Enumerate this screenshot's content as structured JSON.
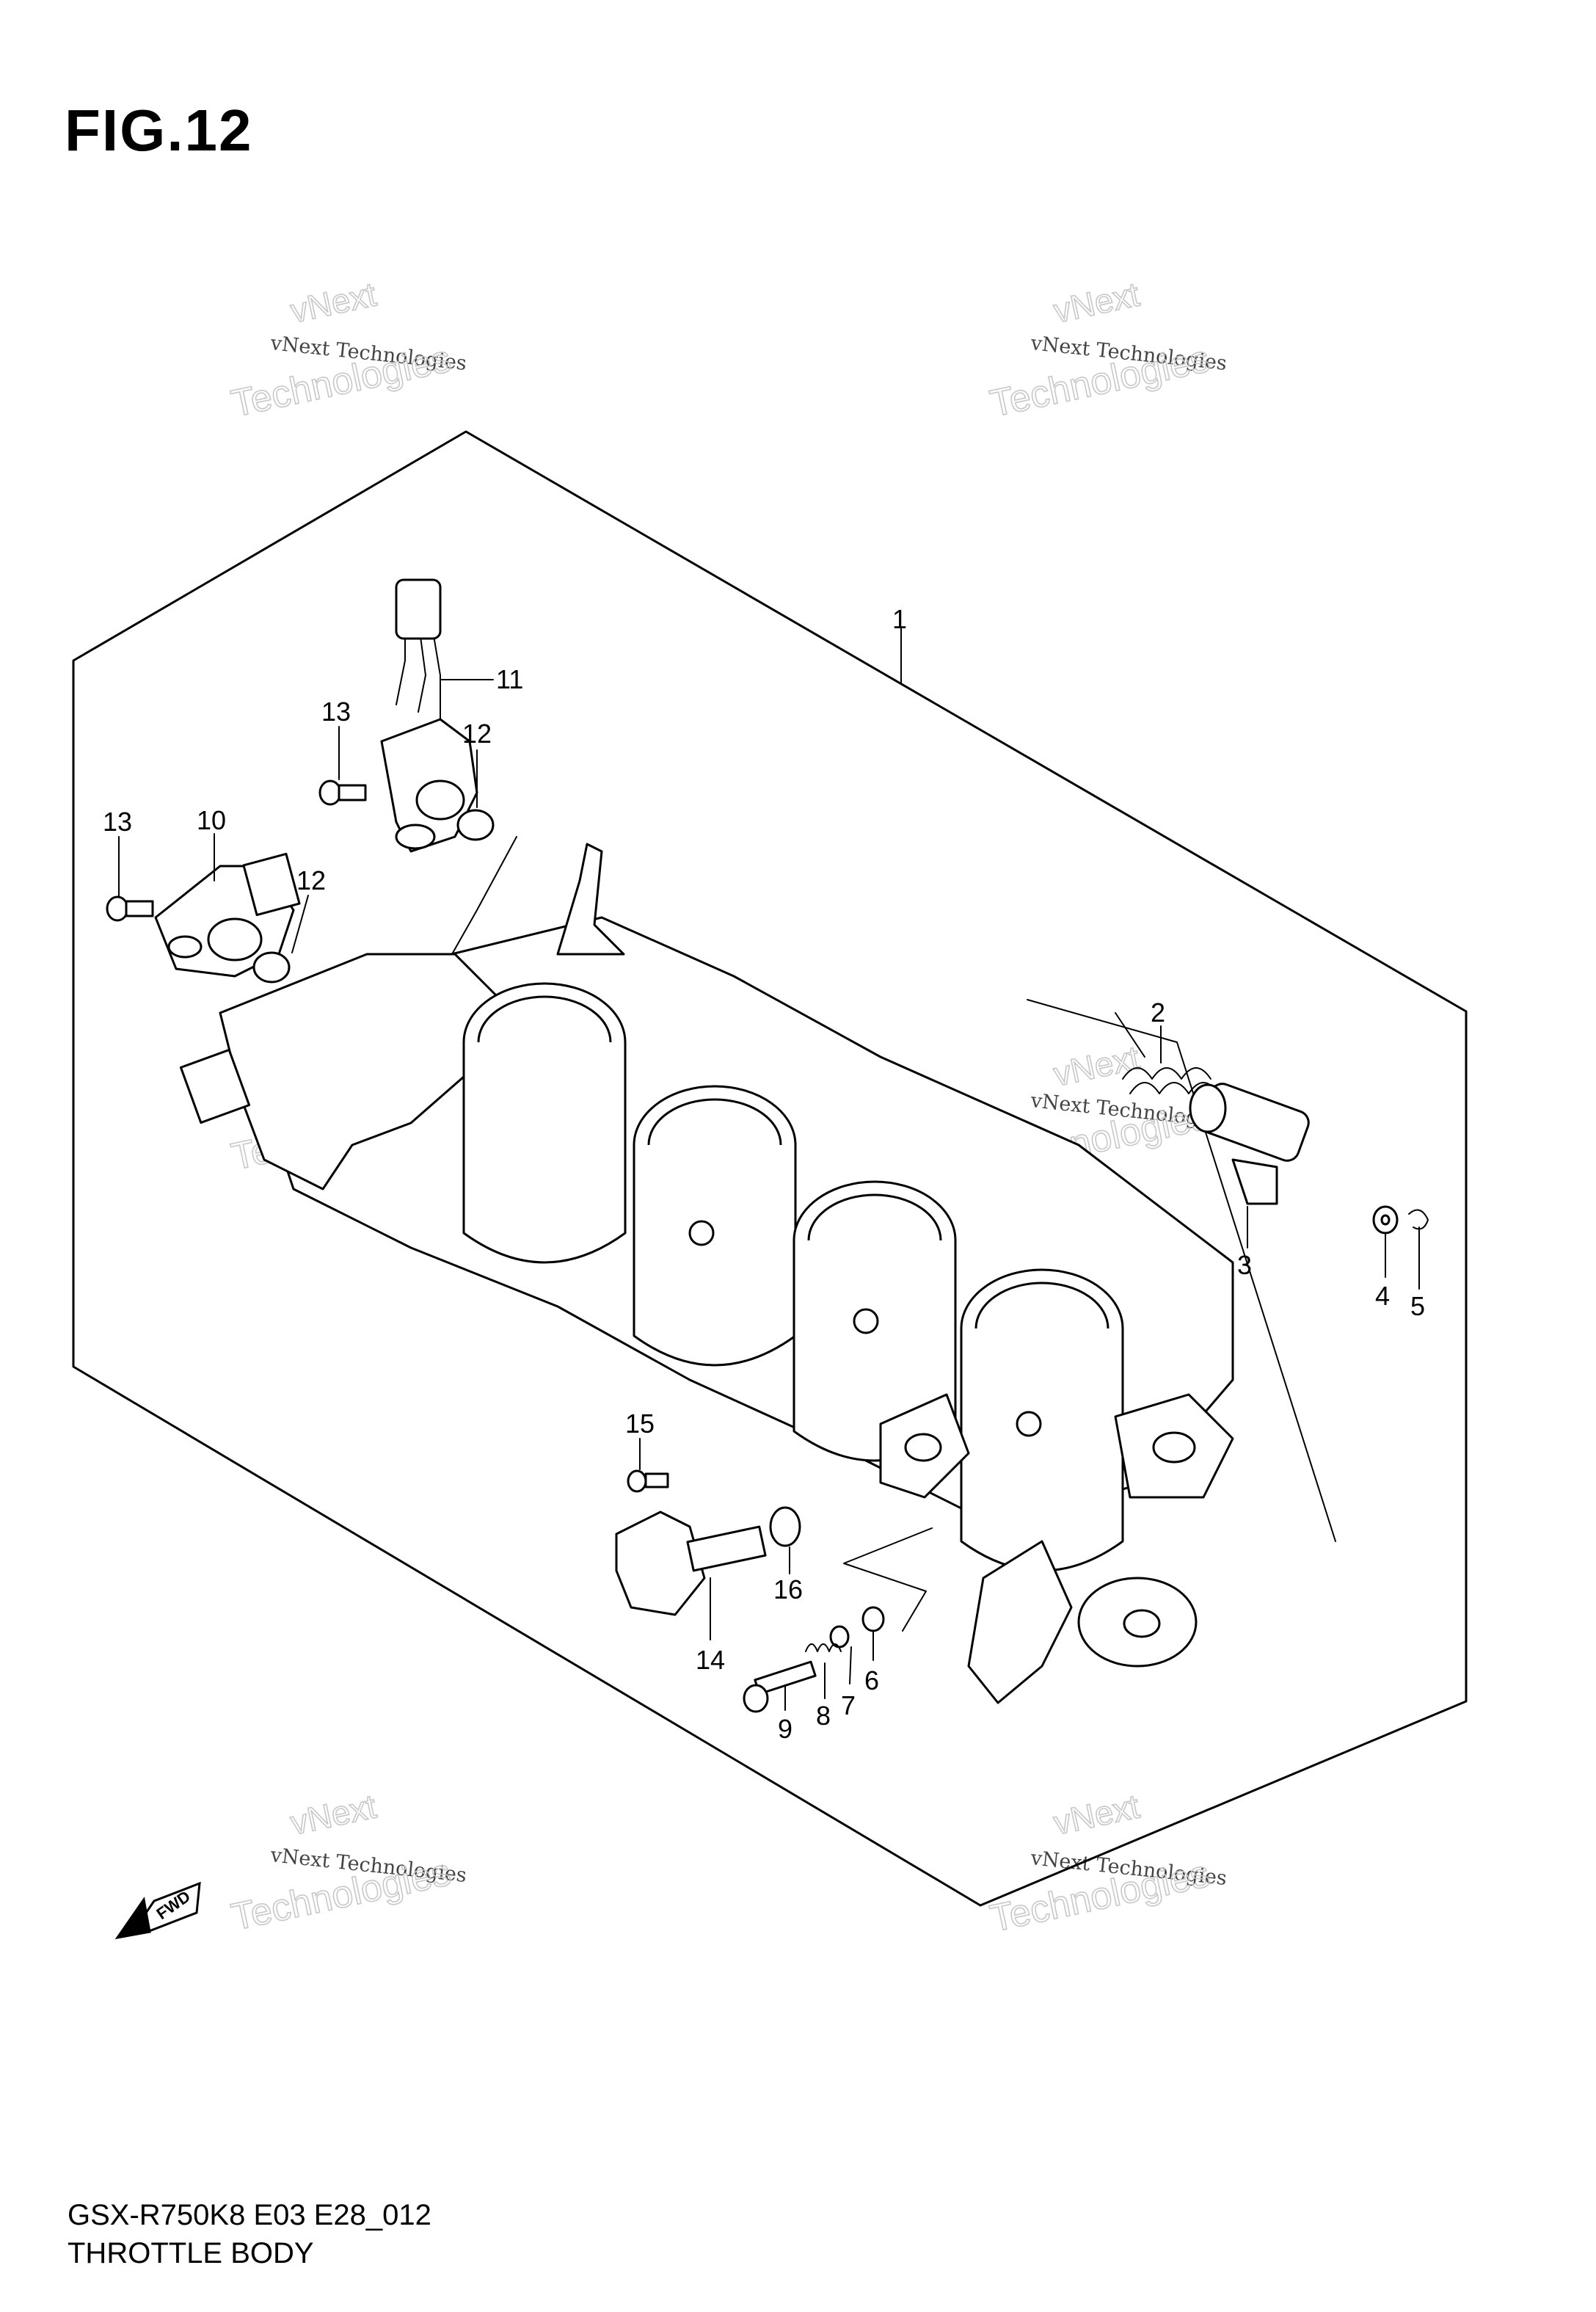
{
  "figure": {
    "title": "FIG.12",
    "code": "GSX-R750K8 E03 E28_012",
    "name": "THROTTLE BODY",
    "fwd_label": "FWD"
  },
  "watermark": {
    "line1": "vNext Technologies",
    "line2_top": "vNext",
    "line2_bottom": "Technologies"
  },
  "callouts": [
    {
      "id": "1",
      "label": "1"
    },
    {
      "id": "2",
      "label": "2"
    },
    {
      "id": "3",
      "label": "3"
    },
    {
      "id": "4",
      "label": "4"
    },
    {
      "id": "5",
      "label": "5"
    },
    {
      "id": "6",
      "label": "6"
    },
    {
      "id": "7",
      "label": "7"
    },
    {
      "id": "8",
      "label": "8"
    },
    {
      "id": "9",
      "label": "9"
    },
    {
      "id": "10",
      "label": "10"
    },
    {
      "id": "11",
      "label": "11"
    },
    {
      "id": "12a",
      "label": "12"
    },
    {
      "id": "12b",
      "label": "12"
    },
    {
      "id": "13a",
      "label": "13"
    },
    {
      "id": "13b",
      "label": "13"
    },
    {
      "id": "14",
      "label": "14"
    },
    {
      "id": "15",
      "label": "15"
    },
    {
      "id": "16",
      "label": "16"
    }
  ]
}
